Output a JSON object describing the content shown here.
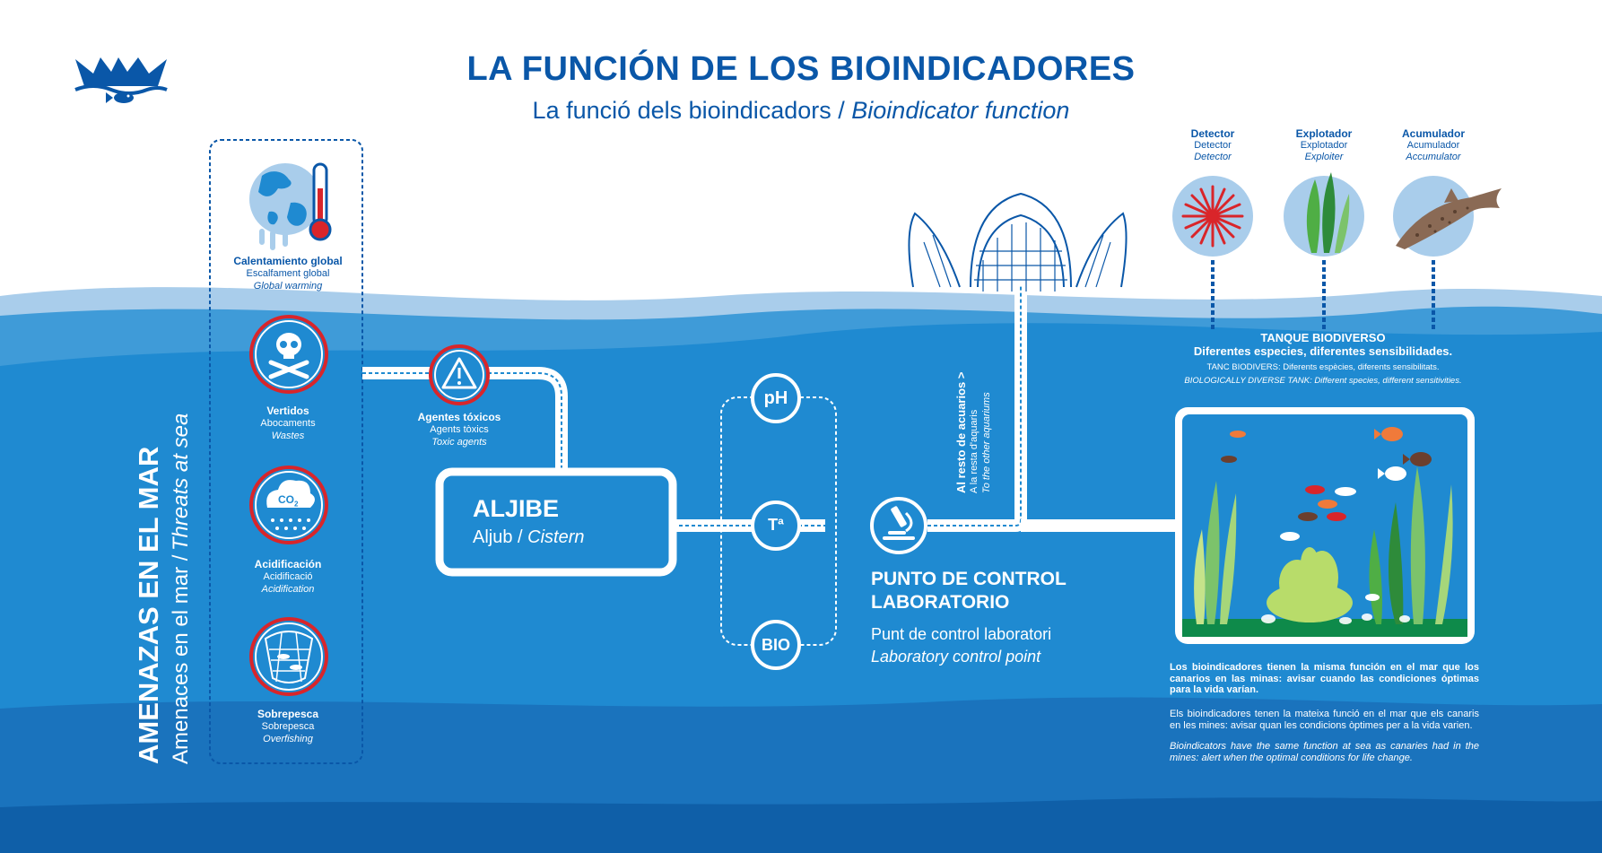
{
  "title": {
    "main": "LA FUNCIÓN DE LOS BIOINDICADORES",
    "sub_ca": "La funció dels bioindicadors /",
    "sub_en": "Bioindicator function"
  },
  "threats_panel": {
    "title_es": "AMENAZAS EN EL MAR",
    "title_ca": "Amenaces en el mar /",
    "title_en": "Threats at sea",
    "items": [
      {
        "es": "Calentamiento global",
        "ca": "Escalfament global",
        "en": "Global warming"
      },
      {
        "es": "Vertidos",
        "ca": "Abocaments",
        "en": "Wastes"
      },
      {
        "es": "Acidificación",
        "ca": "Acidificació",
        "en": "Acidification"
      },
      {
        "es": "Sobrepesca",
        "ca": "Sobrepesca",
        "en": "Overfishing"
      }
    ],
    "co2_label": "CO",
    "co2_sub": "2"
  },
  "toxic": {
    "es": "Agentes tóxicos",
    "ca": "Agents tòxics",
    "en": "Toxic agents"
  },
  "cistern": {
    "es": "ALJIBE",
    "ca": "Aljub /",
    "en": "Cistern"
  },
  "sensors": [
    "pH",
    "Tª",
    "BIO"
  ],
  "lab": {
    "es_line1": "PUNTO DE CONTROL",
    "es_line2": "LABORATORIO",
    "ca": "Punt de control laboratori",
    "en": "Laboratory control point"
  },
  "aquarium_route": {
    "es": "Al resto de acuarios >",
    "ca": "A la resta d'aquaris",
    "en": "To the other aquariums"
  },
  "species": [
    {
      "es": "Detector",
      "ca": "Detector",
      "en": "Detector"
    },
    {
      "es": "Explotador",
      "ca": "Explotador",
      "en": "Exploiter"
    },
    {
      "es": "Acumulador",
      "ca": "Acumulador",
      "en": "Accumulator"
    }
  ],
  "tank": {
    "title": "TANQUE BIODIVERSO",
    "subtitle": "Diferentes especies, diferentes sensibilidades.",
    "ca": "TANC BIODIVERS: Diferents espècies, diferents sensibilitats.",
    "en": "BIOLOGICALLY DIVERSE TANK: Different species, different sensitivities."
  },
  "description": {
    "es": "Los bioindicadores tienen la misma función en el mar que los canarios en las minas: avisar cuando las condiciones óptimas para la vida varían.",
    "ca": "Els bioindicadores tenen la mateixa funció en el mar que els canaris en les mines: avisar quan les condicions òptimes per a la vida varien.",
    "en": "Bioindicators have the same function at sea as canaries had in the mines: alert when the optimal conditions for life change."
  },
  "colors": {
    "brand_blue": "#0a57a8",
    "sea_light": "#a9cdeb",
    "sea_mid": "#3f9bd8",
    "sea_main": "#1f8ad1",
    "sea_deep": "#1a73bd",
    "alert_red": "#d9252a"
  }
}
